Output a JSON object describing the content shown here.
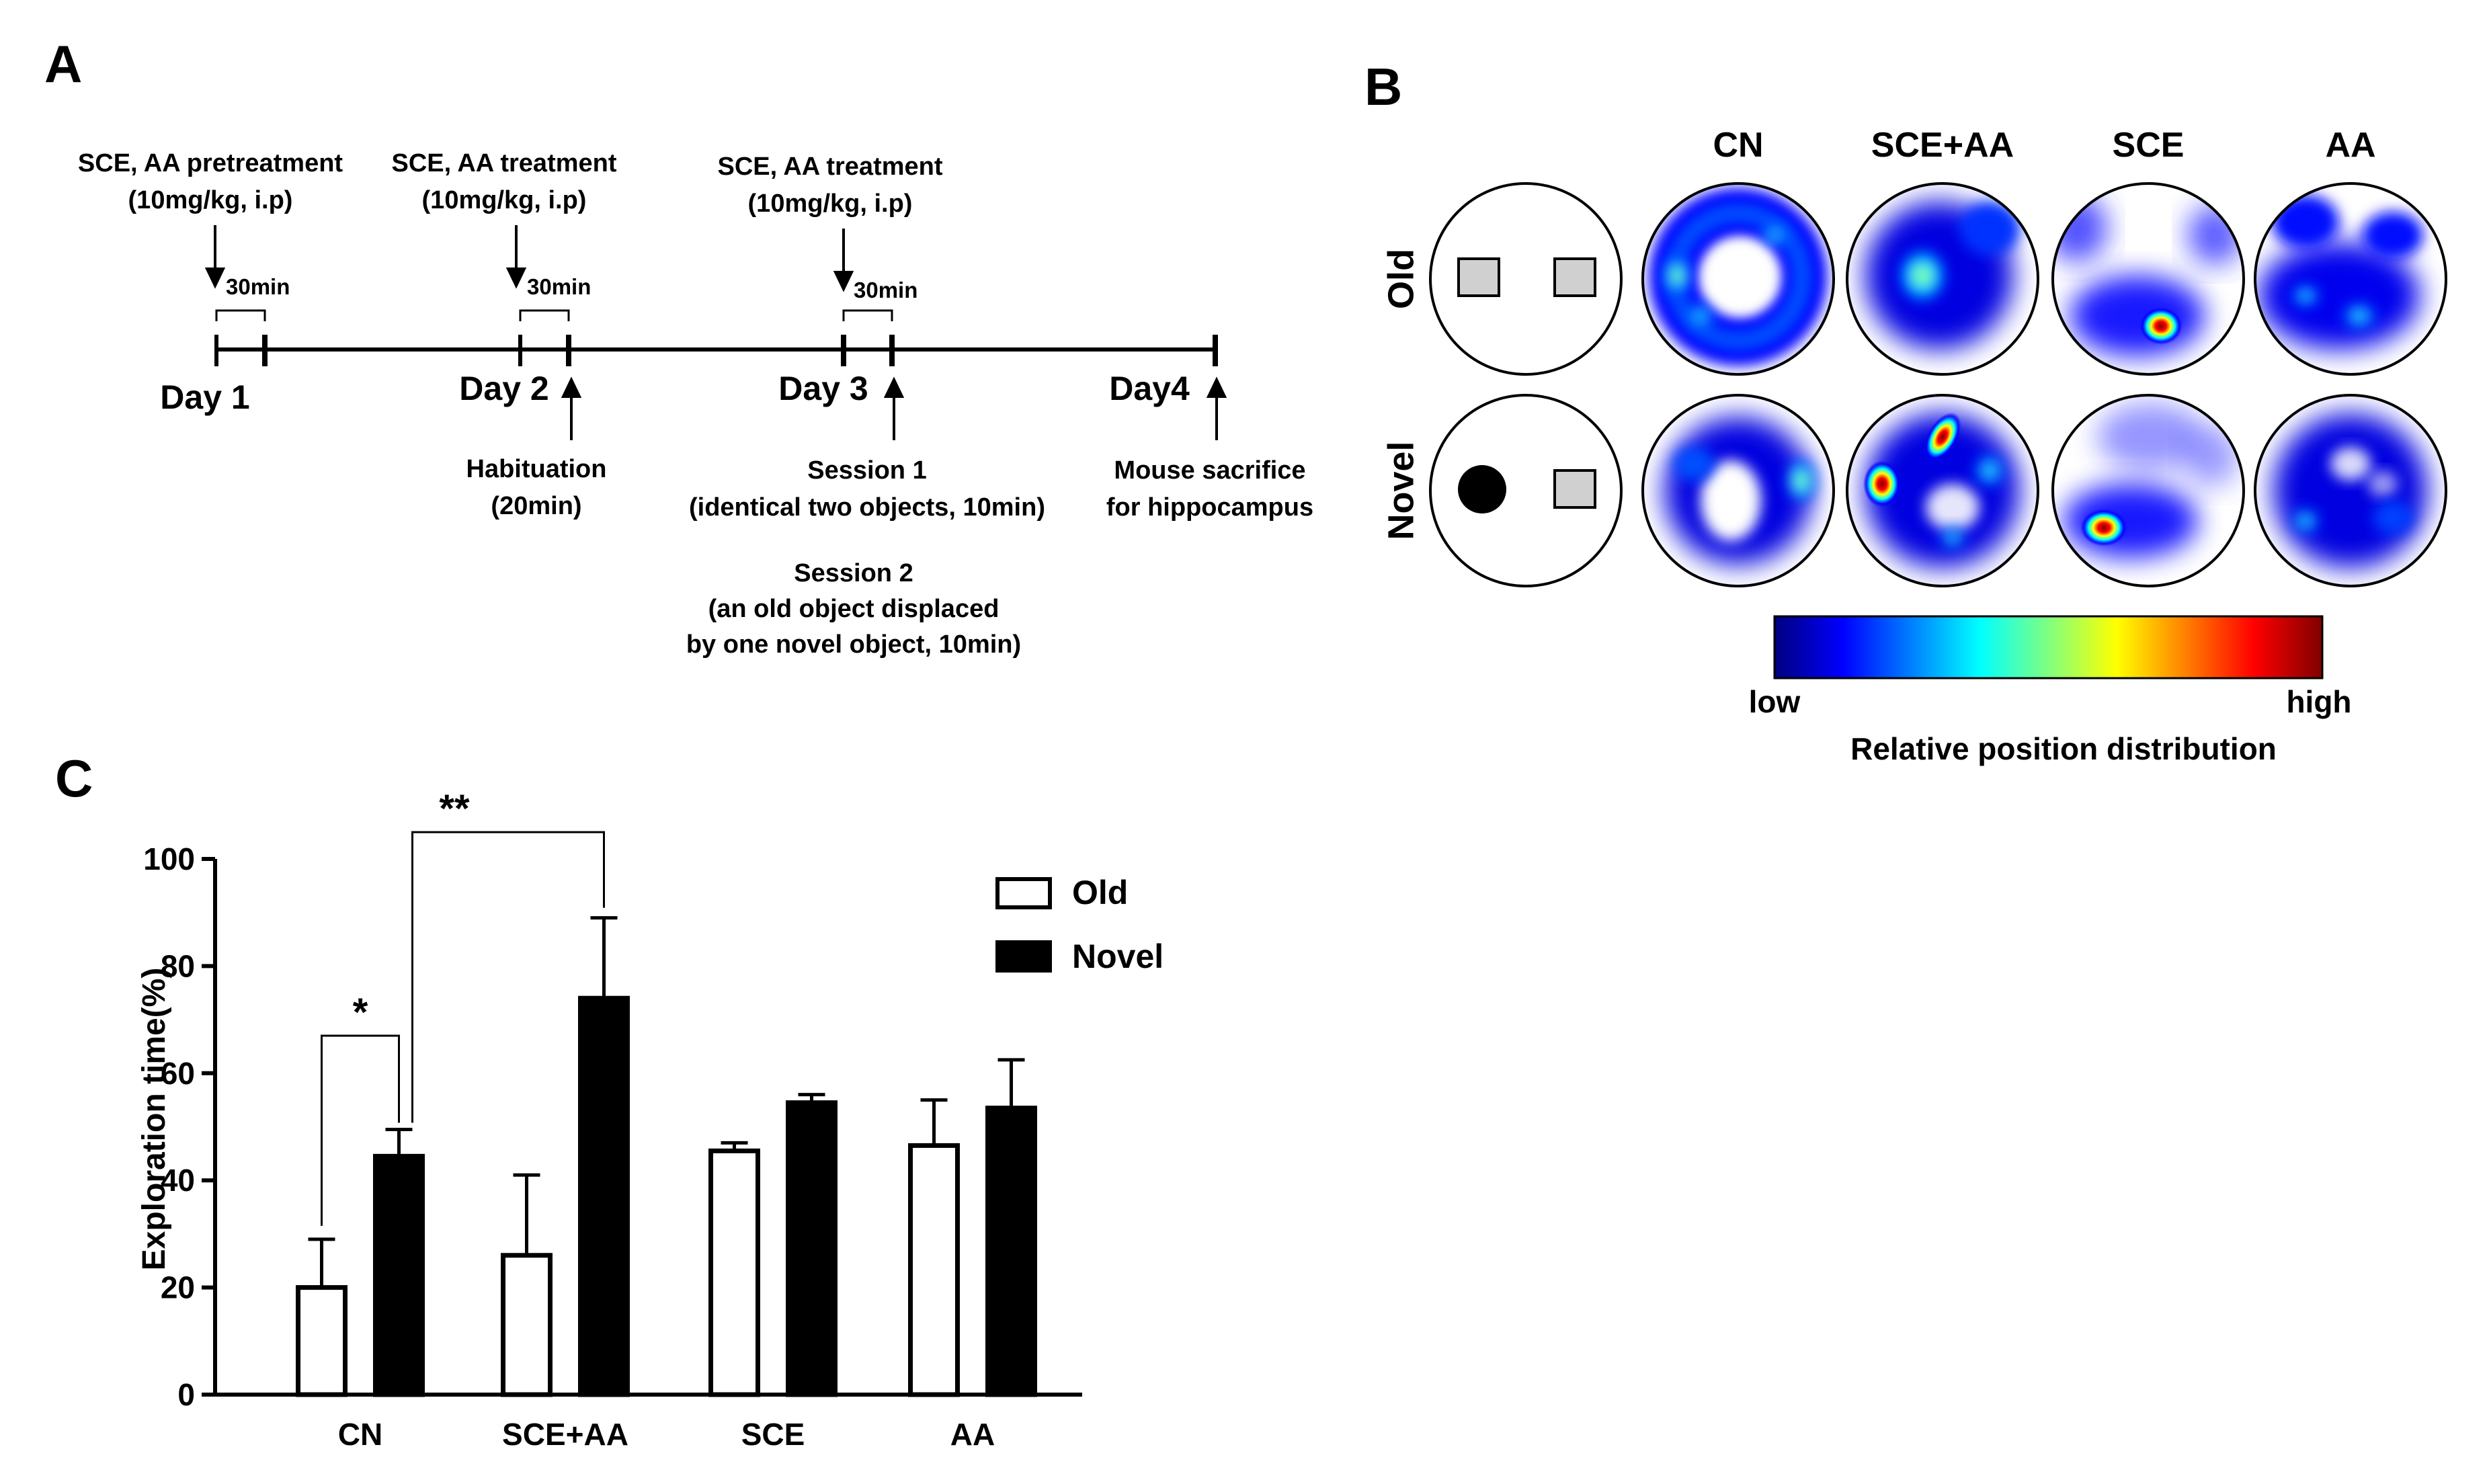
{
  "panel_labels": {
    "a": "A",
    "b": "B",
    "c": "C"
  },
  "timeline": {
    "annotations": [
      {
        "lines": [
          "SCE, AA pretreatment",
          "(10mg/kg, i.p)"
        ]
      },
      {
        "lines": [
          "SCE, AA treatment",
          "(10mg/kg, i.p)"
        ]
      },
      {
        "lines": [
          "SCE, AA treatment",
          "(10mg/kg, i.p)"
        ]
      }
    ],
    "interval_label": "30min",
    "days": [
      "Day 1",
      "Day 2",
      "Day 3",
      "Day4"
    ],
    "events": [
      {
        "lines": [
          "Habituation",
          "(20min)"
        ]
      },
      {
        "lines": [
          "Session 1",
          "(identical two objects, 10min)",
          "",
          "Session 2",
          "(an old object displaced",
          "by one novel object, 10min)"
        ]
      },
      {
        "lines": [
          "Mouse sacrifice",
          "for hippocampus"
        ]
      }
    ]
  },
  "heatmaps": {
    "columns": [
      "CN",
      "SCE+AA",
      "SCE",
      "AA"
    ],
    "rows": [
      "Old",
      "Novel"
    ],
    "colorbar": {
      "low_label": "low",
      "high_label": "high",
      "title": "Relative position distribution",
      "colors": [
        "#000080",
        "#0000ff",
        "#0080ff",
        "#00ffff",
        "#80ff80",
        "#ffff00",
        "#ff8000",
        "#ff0000",
        "#800000"
      ]
    }
  },
  "chart_data": {
    "type": "bar",
    "categories": [
      "CN",
      "SCE+AA",
      "SCE",
      "AA"
    ],
    "series": [
      {
        "name": "Old",
        "values": [
          20,
          26,
          45.5,
          46.5
        ],
        "errors": [
          9,
          15,
          1.5,
          8.5
        ],
        "color": "#ffffff"
      },
      {
        "name": "Novel",
        "values": [
          44.5,
          74,
          54.5,
          53.5
        ],
        "errors": [
          5,
          15,
          1.5,
          9
        ],
        "color": "#000000"
      }
    ],
    "ylabel": "Exploration  time(%)",
    "xlabel": "",
    "ylim": [
      0,
      100
    ],
    "yticks": [
      0,
      20,
      40,
      60,
      80,
      100
    ],
    "legend_position": "top-right",
    "significance": [
      {
        "label": "*"
      },
      {
        "label": "**"
      }
    ]
  }
}
